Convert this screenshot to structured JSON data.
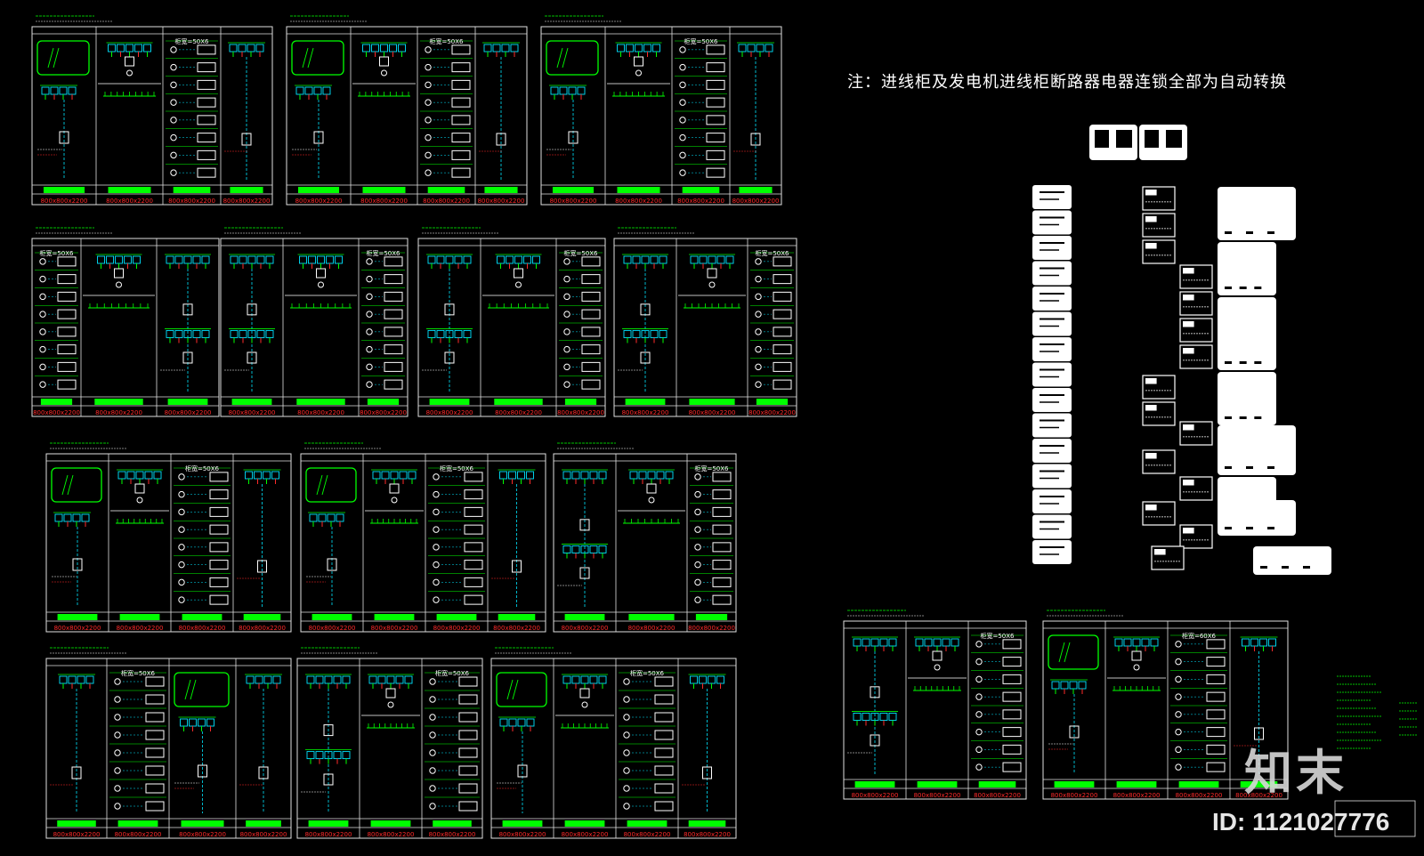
{
  "note": "注：进线柜及发电机进线柜断路器电器连锁全部为自动转换",
  "watermark": {
    "logo": "知末",
    "id": "ID: 1121027776"
  },
  "colors": {
    "green": "#00ff00",
    "red": "#ff2a2a",
    "cyan": "#00e5ff",
    "frame": "#e0e0e0",
    "white": "#ffffff",
    "background": "#000000"
  },
  "panels": [
    {
      "cols": [
        "incoming",
        "meter",
        "drawers",
        "feeder"
      ],
      "label": "柜宽=50X6",
      "dims": [
        "800x800x2200",
        "800x800x2200",
        "800x800x2200",
        "800x800x2200"
      ]
    },
    {
      "cols": [
        "incoming",
        "meter",
        "drawers",
        "feeder"
      ],
      "label": "柜宽=50X6",
      "dims": [
        "800x800x2200",
        "800x800x2200",
        "800x800x2200",
        "800x800x2200"
      ]
    },
    {
      "cols": [
        "incoming",
        "meter",
        "drawers",
        "feeder"
      ],
      "label": "柜宽=50X6",
      "dims": [
        "800x800x2200",
        "800x800x2200",
        "800x800x2200",
        "800x800x2200"
      ]
    },
    {
      "cols": [
        "drawers",
        "meter",
        "feeder2"
      ],
      "label": "柜宽=50X6",
      "dims": [
        "800x800x2200",
        "800x800x2200",
        "800x800x2200"
      ]
    },
    {
      "cols": [
        "feeder2",
        "meter",
        "drawers"
      ],
      "label": "柜宽=50X6",
      "dims": [
        "800x800x2200",
        "800x800x2200",
        "800x800x2200"
      ]
    },
    {
      "cols": [
        "feeder2",
        "meter",
        "drawers"
      ],
      "label": "柜宽=50X6",
      "dims": [
        "800x800x2200",
        "800x800x2200",
        "800x800x2200"
      ]
    },
    {
      "cols": [
        "feeder2",
        "meter",
        "drawers"
      ],
      "label": "柜宽=50X6",
      "dims": [
        "800x800x2200",
        "800x800x2200",
        "800x800x2200"
      ]
    },
    {
      "cols": [
        "incoming",
        "meter",
        "drawers",
        "feeder"
      ],
      "label": "柜宽=50X6",
      "dims": [
        "800x800x2200",
        "800x800x2200",
        "800x800x2200",
        "800x800x2200"
      ]
    },
    {
      "cols": [
        "incoming",
        "meter",
        "drawers",
        "feeder"
      ],
      "label": "柜宽=50X6",
      "dims": [
        "800x800x2200",
        "800x800x2200",
        "800x800x2200",
        "800x800x2200"
      ]
    },
    {
      "cols": [
        "feeder2",
        "meter",
        "drawers"
      ],
      "label": "柜宽=50X6",
      "dims": [
        "800x800x2200",
        "800x800x2200",
        "800x800x2200"
      ]
    },
    {
      "cols": [
        "feeder",
        "drawers",
        "incoming",
        "feeder"
      ],
      "label": "柜宽=50X6",
      "dims": [
        "800x800x2200",
        "800x800x2200",
        "800x800x2200",
        "800x800x2200"
      ]
    },
    {
      "cols": [
        "feeder2",
        "meter",
        "drawers"
      ],
      "label": "柜宽=50X6",
      "dims": [
        "800x800x2200",
        "800x800x2200",
        "800x800x2200"
      ]
    },
    {
      "cols": [
        "incoming",
        "meter",
        "drawers",
        "feeder"
      ],
      "label": "柜宽=50X6",
      "dims": [
        "800x800x2200",
        "800x800x2200",
        "800x800x2200",
        "800x800x2200"
      ]
    },
    {
      "cols": [
        "feeder2",
        "meter",
        "drawers"
      ],
      "label": "柜宽=50X6",
      "dims": [
        "800x800x2200",
        "800x800x2200",
        "800x800x2200"
      ]
    },
    {
      "cols": [
        "incoming",
        "meter",
        "drawers",
        "feeder"
      ],
      "label": "柜宽=60X6",
      "dims": [
        "800x800x2200",
        "800x800x2200",
        "800x800x2200",
        "800x800x2200"
      ]
    }
  ]
}
